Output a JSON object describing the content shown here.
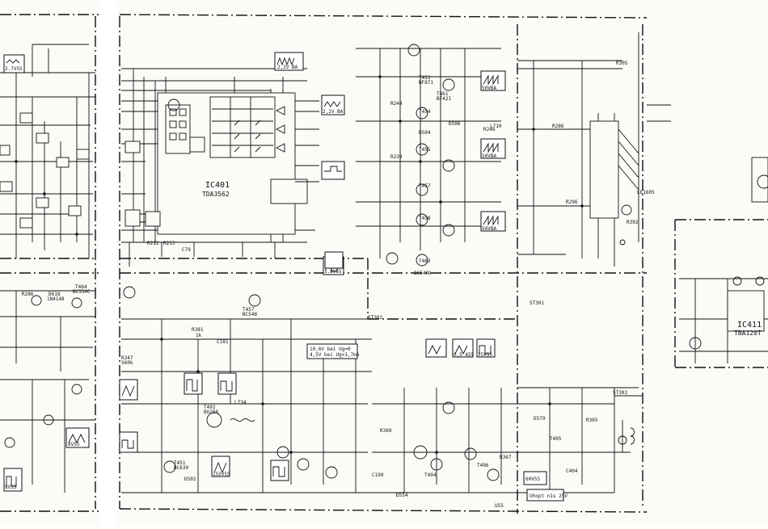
{
  "ic401": {
    "ref": "IC401",
    "part": "TDA3562"
  },
  "ic411": {
    "ref": "IC411",
    "part": "TBA120T"
  },
  "connector": {
    "ref": "ST303"
  },
  "labels": {
    "l1": "R286",
    "l2": "T464",
    "l3": "BC550C",
    "l4": "D618",
    "l5": "1N4148",
    "l6": "T457",
    "l7": "BC548",
    "l8": "R381",
    "l9": "1k",
    "l10": "C181",
    "l11": "R347",
    "l12": "560k",
    "l13": "T492",
    "l14": "BU208",
    "l15": "T451",
    "l16": "BC639",
    "l17": "D502",
    "l18": "L734",
    "l19": "R212",
    "l20": "R213",
    "l21": "C79",
    "l22": "T453",
    "l23": "BF871",
    "l24": "T454",
    "l25": "T455",
    "l26": "R244",
    "l27": "D504",
    "l28": "R239",
    "l29": "T457",
    "l30": "T458",
    "l31": "T461",
    "l32": "BF421",
    "l33": "D506",
    "l34": "R246",
    "l35": "L710",
    "l36": "R286",
    "l37": "R296",
    "l38": "R305",
    "l39": "R392",
    "l40": "LE1605",
    "l41": "ST301",
    "l42": "R367",
    "l43": "T496",
    "l44": "T494",
    "l45": "D579",
    "l46": "C404",
    "l47": "ST302",
    "l48": "T463",
    "l49": "BC548C",
    "l50": "D554",
    "l51": "R369",
    "l52": "C199",
    "l53": "R365",
    "l54": "T405"
  },
  "waveforms": {
    "w1": "2.7V55",
    "w2": "2,2V BA",
    "w3": "2,2V BA",
    "w4": "50VBA",
    "w5": "50VBA",
    "w6": "50VBA",
    "w7": "1.8V55",
    "w8": "0,5 A55",
    "w9": "8V55",
    "w10": "8V55",
    "w11": "155V55",
    "w12": "60V55",
    "w13": "U55",
    "w14": "35V55"
  },
  "notes": {
    "n1": "10,6V bei Ug=0",
    "n2": "4,5V bei Ug=1,7mA",
    "n3": "Uhopt n1s 25V"
  }
}
